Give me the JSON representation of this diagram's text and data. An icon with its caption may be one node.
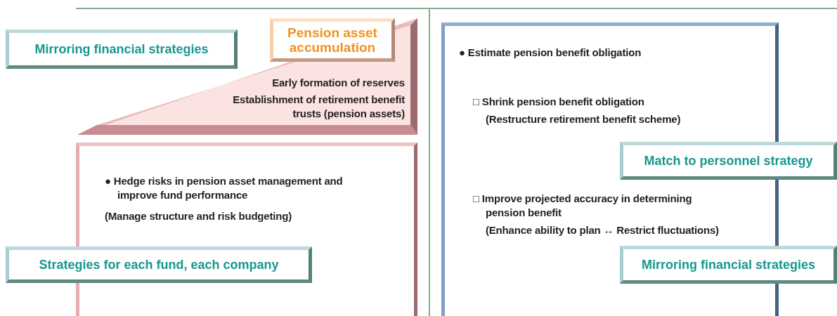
{
  "diagram": {
    "nodes": [
      {
        "text": [
          "Mirroring financial strategies"
        ]
      },
      {
        "text": [
          "Early formation of reserves",
          "Establishment of retirement benefit trusts (pension assets)"
        ]
      },
      {
        "text": [
          "Pension asset accumulation"
        ]
      },
      {
        "text": [
          "● Hedge risks in pension asset management and improve fund performance",
          "(Manage structure and risk budgeting)"
        ]
      },
      {
        "text": [
          "Strategies for each fund, each company"
        ]
      },
      {
        "text": [
          "● Estimate pension benefit obligation",
          "□ Shrink pension benefit obligation",
          "(Restructure retirement benefit scheme)",
          "□ Improve projected accuracy in determining pension benefit",
          "(Enhance ability to plan ↔ Restrict fluctuations)"
        ]
      },
      {
        "text": [
          "Match to personnel strategy"
        ]
      },
      {
        "text": [
          "Mirroring financial strategies"
        ]
      }
    ]
  }
}
